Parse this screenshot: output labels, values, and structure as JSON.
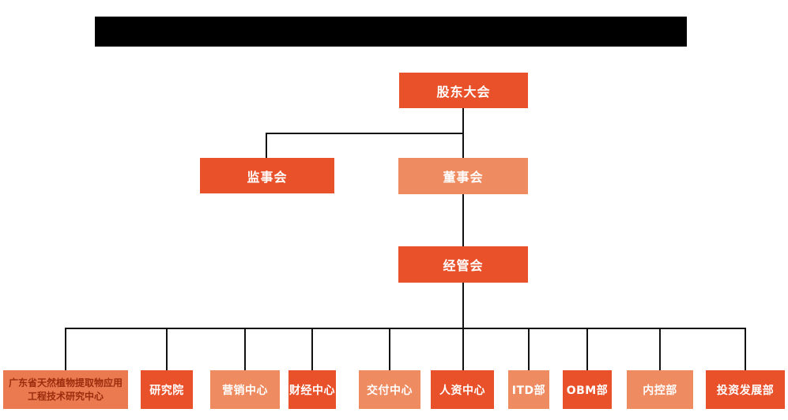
{
  "title_bar": {
    "type": "redacted-black-bar",
    "text": ""
  },
  "colors": {
    "primary_orange": "#E8512A",
    "salmon_orange": "#EF8B60",
    "special_box_bg": "#EB7A50",
    "special_box_text": "#9B2C0D",
    "connector_line": "#111111",
    "redacted_bar": "#000000",
    "background": "#FFFFFF"
  },
  "org_chart": {
    "level1": {
      "label": "股东大会"
    },
    "level2": [
      {
        "label": "监事会",
        "variant": "primary"
      },
      {
        "label": "董事会",
        "variant": "salmon"
      }
    ],
    "level3": {
      "label": "经管会"
    },
    "departments": [
      {
        "label": "广东省天然植物提取物应用工程技术研究中心",
        "variant": "special"
      },
      {
        "label": "研究院",
        "variant": "primary"
      },
      {
        "label": "营销中心",
        "variant": "salmon"
      },
      {
        "label": "财经中心",
        "variant": "primary"
      },
      {
        "label": "交付中心",
        "variant": "salmon"
      },
      {
        "label": "人资中心",
        "variant": "primary"
      },
      {
        "label": "ITD部",
        "variant": "salmon"
      },
      {
        "label": "OBM部",
        "variant": "primary"
      },
      {
        "label": "内控部",
        "variant": "salmon"
      },
      {
        "label": "投资发展部",
        "variant": "primary"
      }
    ]
  }
}
